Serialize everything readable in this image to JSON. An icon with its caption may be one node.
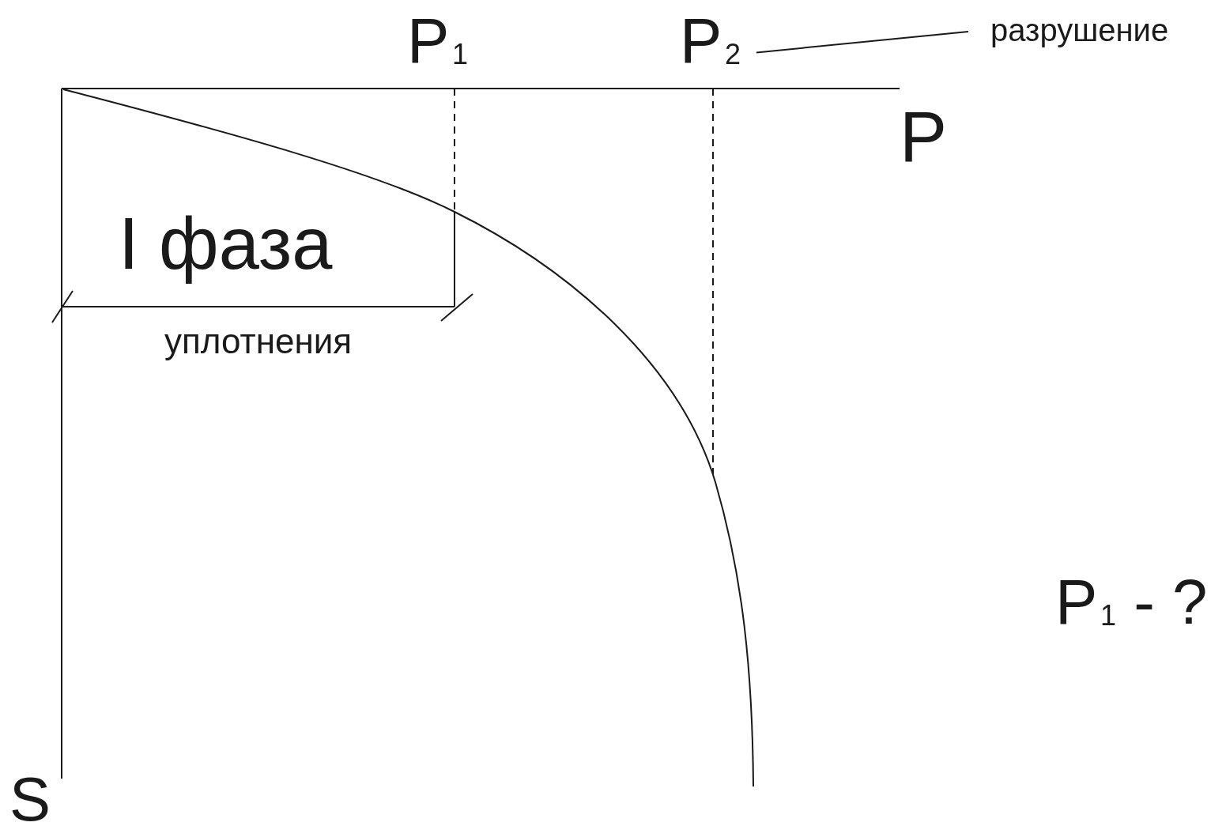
{
  "diagram": {
    "nodes": [
      {
        "text": [
          "P$_{2}$"
        ]
      },
      {
        "text": [
          "разрушение"
        ]
      }
    ],
    "edges": [
      {
        "from": 0,
        "to": 1,
        "arrow": "none"
      }
    ],
    "labels": [
      "P$_{1}$",
      "P",
      "I фаза",
      "уплотнения",
      "S",
      "P$_{1}$ - ?"
    ]
  }
}
